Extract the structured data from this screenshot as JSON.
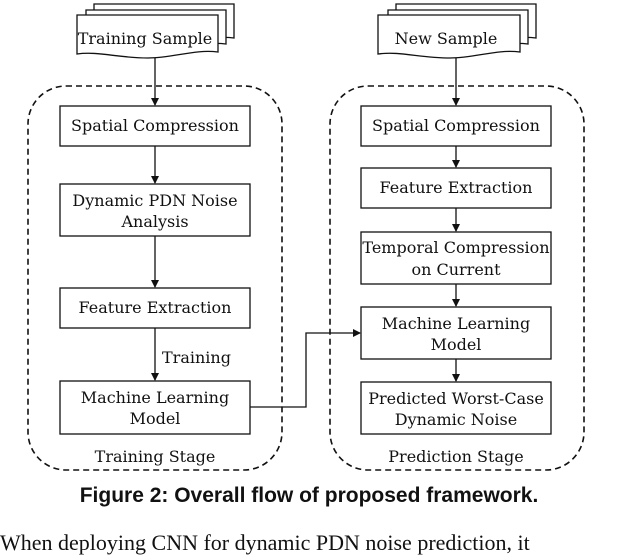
{
  "training": {
    "sample_label": "Training Sample",
    "spatial_compression": "Spatial Compression",
    "noise_analysis_line1": "Dynamic PDN Noise",
    "noise_analysis_line2": "Analysis",
    "feature_extraction": "Feature Extraction",
    "training_edge_label": "Training",
    "ml_model_line1": "Machine Learning",
    "ml_model_line2": "Model",
    "stage_label": "Training Stage"
  },
  "prediction": {
    "sample_label": "New Sample",
    "spatial_compression": "Spatial Compression",
    "feature_extraction": "Feature Extraction",
    "temporal_line1": "Temporal Compression",
    "temporal_line2": "on Current",
    "ml_model_line1": "Machine Learning",
    "ml_model_line2": "Model",
    "output_line1": "Predicted Worst-Case",
    "output_line2": "Dynamic Noise",
    "stage_label": "Prediction Stage"
  },
  "caption": "Figure 2: Overall flow of proposed framework.",
  "body_fragment": "When deploying CNN for dynamic PDN noise prediction, it"
}
